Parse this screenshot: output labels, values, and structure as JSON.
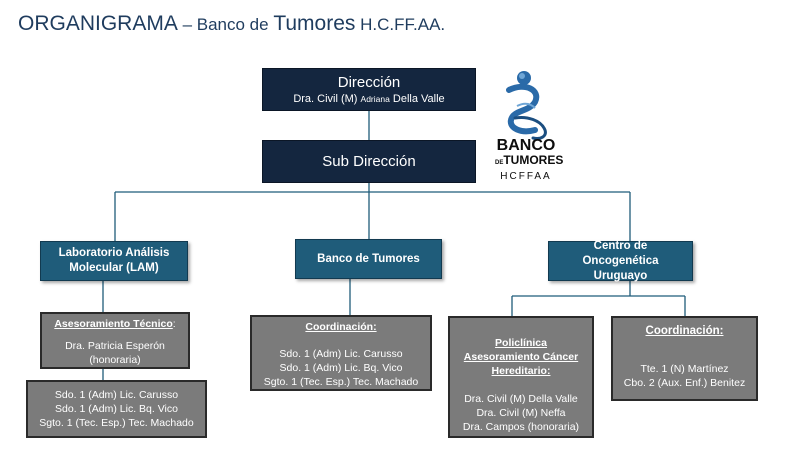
{
  "title": {
    "part1": "ORGANIGRAMA",
    "part2": " – Banco de ",
    "part3": "Tumores",
    "part4": " H.C.FF.AA."
  },
  "direccion": {
    "title": "Dirección",
    "subtitle_prefix": "Dra. Civil (M) ",
    "subtitle_small": "Adriana",
    "subtitle_suffix": " Della Valle"
  },
  "subdireccion": {
    "title": "Sub Dirección"
  },
  "logo": {
    "line1": "BANCO",
    "line2": "DE",
    "line3": "TUMORES",
    "line4": "HCFFAA"
  },
  "lam": {
    "label": "Laboratorio  Análisis Molecular  (LAM)"
  },
  "banco": {
    "label": "Banco de Tumores"
  },
  "oncogenetica": {
    "label": "Centro de Oncogenética Uruguayo"
  },
  "asesoramiento": {
    "header": "Asesoramiento Técnico",
    "colon": ":",
    "lines": [
      "Dra. Patricia Esperón",
      "(honoraria)"
    ]
  },
  "lam_staff": {
    "lines": [
      "Sdo. 1 (Adm) Lic. Carusso",
      "Sdo. 1 (Adm) Lic. Bq. Vico",
      "Sgto. 1 (Tec. Esp.) Tec. Machado"
    ]
  },
  "banco_coord": {
    "header": "Coordinación:",
    "lines": [
      "Sdo. 1 (Adm) Lic. Carusso",
      "Sdo. 1 (Adm) Lic. Bq. Vico",
      "Sgto. 1 (Tec. Esp.) Tec. Machado"
    ]
  },
  "policlinica": {
    "header": "Policlínica Asesoramiento Cáncer Hereditario:",
    "lines": [
      "Dra. Civil (M) Della Valle",
      "Dra. Civil (M) Neffa",
      "Dra. Campos (honoraria)"
    ]
  },
  "onco_coord": {
    "header": "Coordinación:",
    "lines": [
      "Tte. 1 (N) Martínez",
      "Cbo. 2 (Aux. Enf.) Benitez"
    ]
  },
  "colors": {
    "dark": "#14263f",
    "blue": "#1f5c7a",
    "gray": "#7b7b7b",
    "title": "#1f3c5e"
  }
}
